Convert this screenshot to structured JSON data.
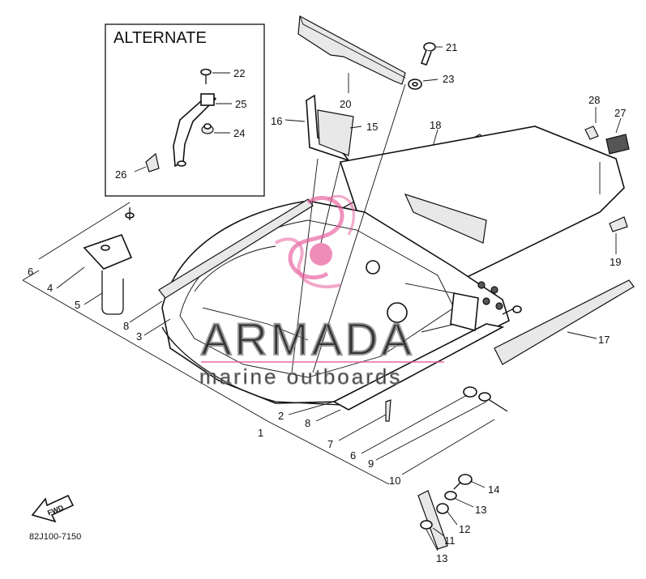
{
  "alternate_box": {
    "title": "ALTERNATE"
  },
  "callouts": {
    "c1": "1",
    "c2": "2",
    "c3": "3",
    "c4": "4",
    "c5": "5",
    "c6a": "6",
    "c6b": "6",
    "c7": "7",
    "c8a": "8",
    "c8b": "8",
    "c9": "9",
    "c10": "10",
    "c11": "11",
    "c12": "12",
    "c13a": "13",
    "c13b": "13",
    "c14": "14",
    "c15": "15",
    "c16": "16",
    "c17": "17",
    "c18": "18",
    "c19": "19",
    "c20": "20",
    "c21": "21",
    "c22": "22",
    "c23": "23",
    "c24": "24",
    "c25": "25",
    "c26": "26",
    "c27": "27",
    "c28": "28"
  },
  "fwd_label": "FWD",
  "drawing_number": "82J100-7150",
  "watermark": {
    "brand": "ARMADA",
    "tagline": "marine outboards",
    "accent_color": "#e6579a",
    "text_color": "#888888"
  }
}
